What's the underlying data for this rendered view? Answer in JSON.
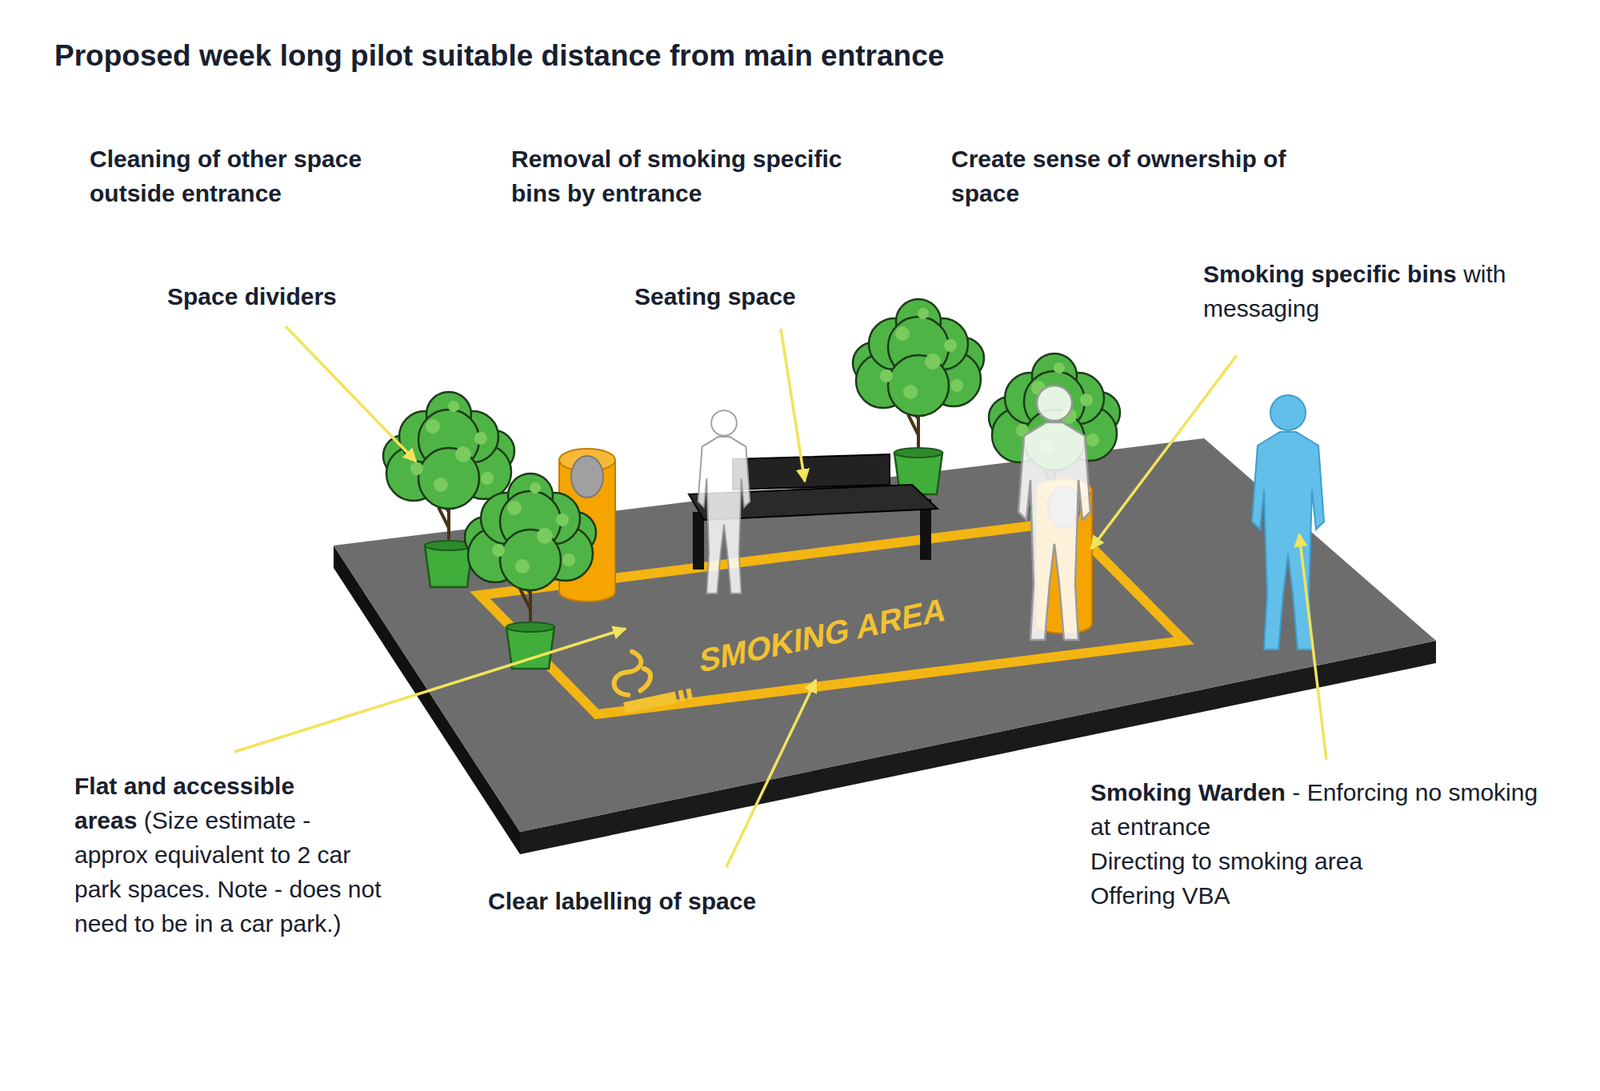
{
  "diagram": {
    "title": "Proposed week long pilot suitable distance from main entrance",
    "labels": [
      "Cleaning of other space outside entrance",
      "Removal of smoking specific bins by entrance",
      "Create sense of ownership of space",
      "Space dividers",
      "Seating space",
      "Smoking specific bins",
      "with messaging",
      "SMOKING AREA",
      "Flat and accessible areas",
      "(Size estimate - approx equivalent to 2 car park spaces. Note - does not need to be in a car park.)",
      "Clear labelling of space",
      "Smoking Warden",
      "- Enforcing no smoking at entrance",
      "Directing to smoking area",
      "Offering VBA"
    ]
  }
}
